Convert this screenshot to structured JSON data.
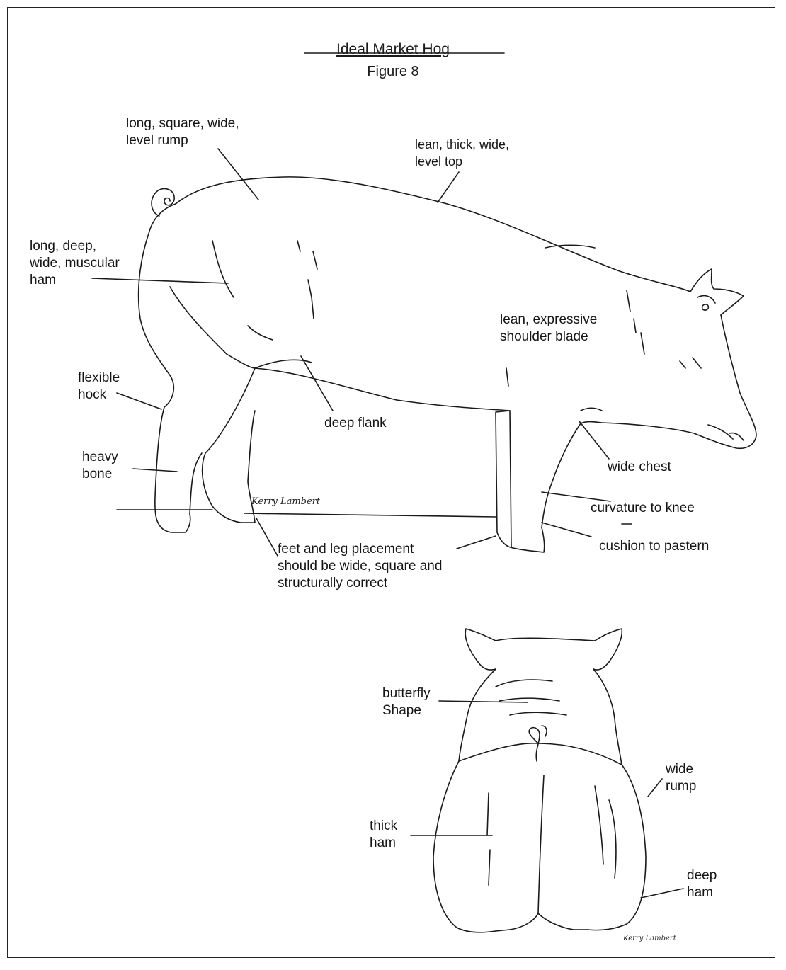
{
  "title": "Ideal Market Hog",
  "subtitle": "Figure 8",
  "signature_side": "Kerry Lambert",
  "signature_rear": "Kerry Lambert",
  "labels": {
    "rump": [
      "long, square, wide,",
      "level rump"
    ],
    "top": [
      "lean, thick, wide,",
      "level top"
    ],
    "ham": [
      "long, deep,",
      "wide, muscular",
      "ham"
    ],
    "shoulder": [
      "lean, expressive",
      "shoulder blade"
    ],
    "hock": [
      "flexible",
      "hock"
    ],
    "flank": [
      "deep flank"
    ],
    "bone": [
      "heavy",
      "bone"
    ],
    "chest": [
      "wide chest"
    ],
    "knee": [
      "curvature to knee"
    ],
    "pastern": [
      "cushion to pastern"
    ],
    "feet": [
      "feet and leg placement",
      "should be wide, square and",
      "structurally correct"
    ],
    "butterfly": [
      "butterfly",
      "Shape"
    ],
    "wide_rump": [
      "wide",
      "rump"
    ],
    "thick_ham": [
      "thick",
      "ham"
    ],
    "deep_ham": [
      "deep",
      "ham"
    ]
  }
}
